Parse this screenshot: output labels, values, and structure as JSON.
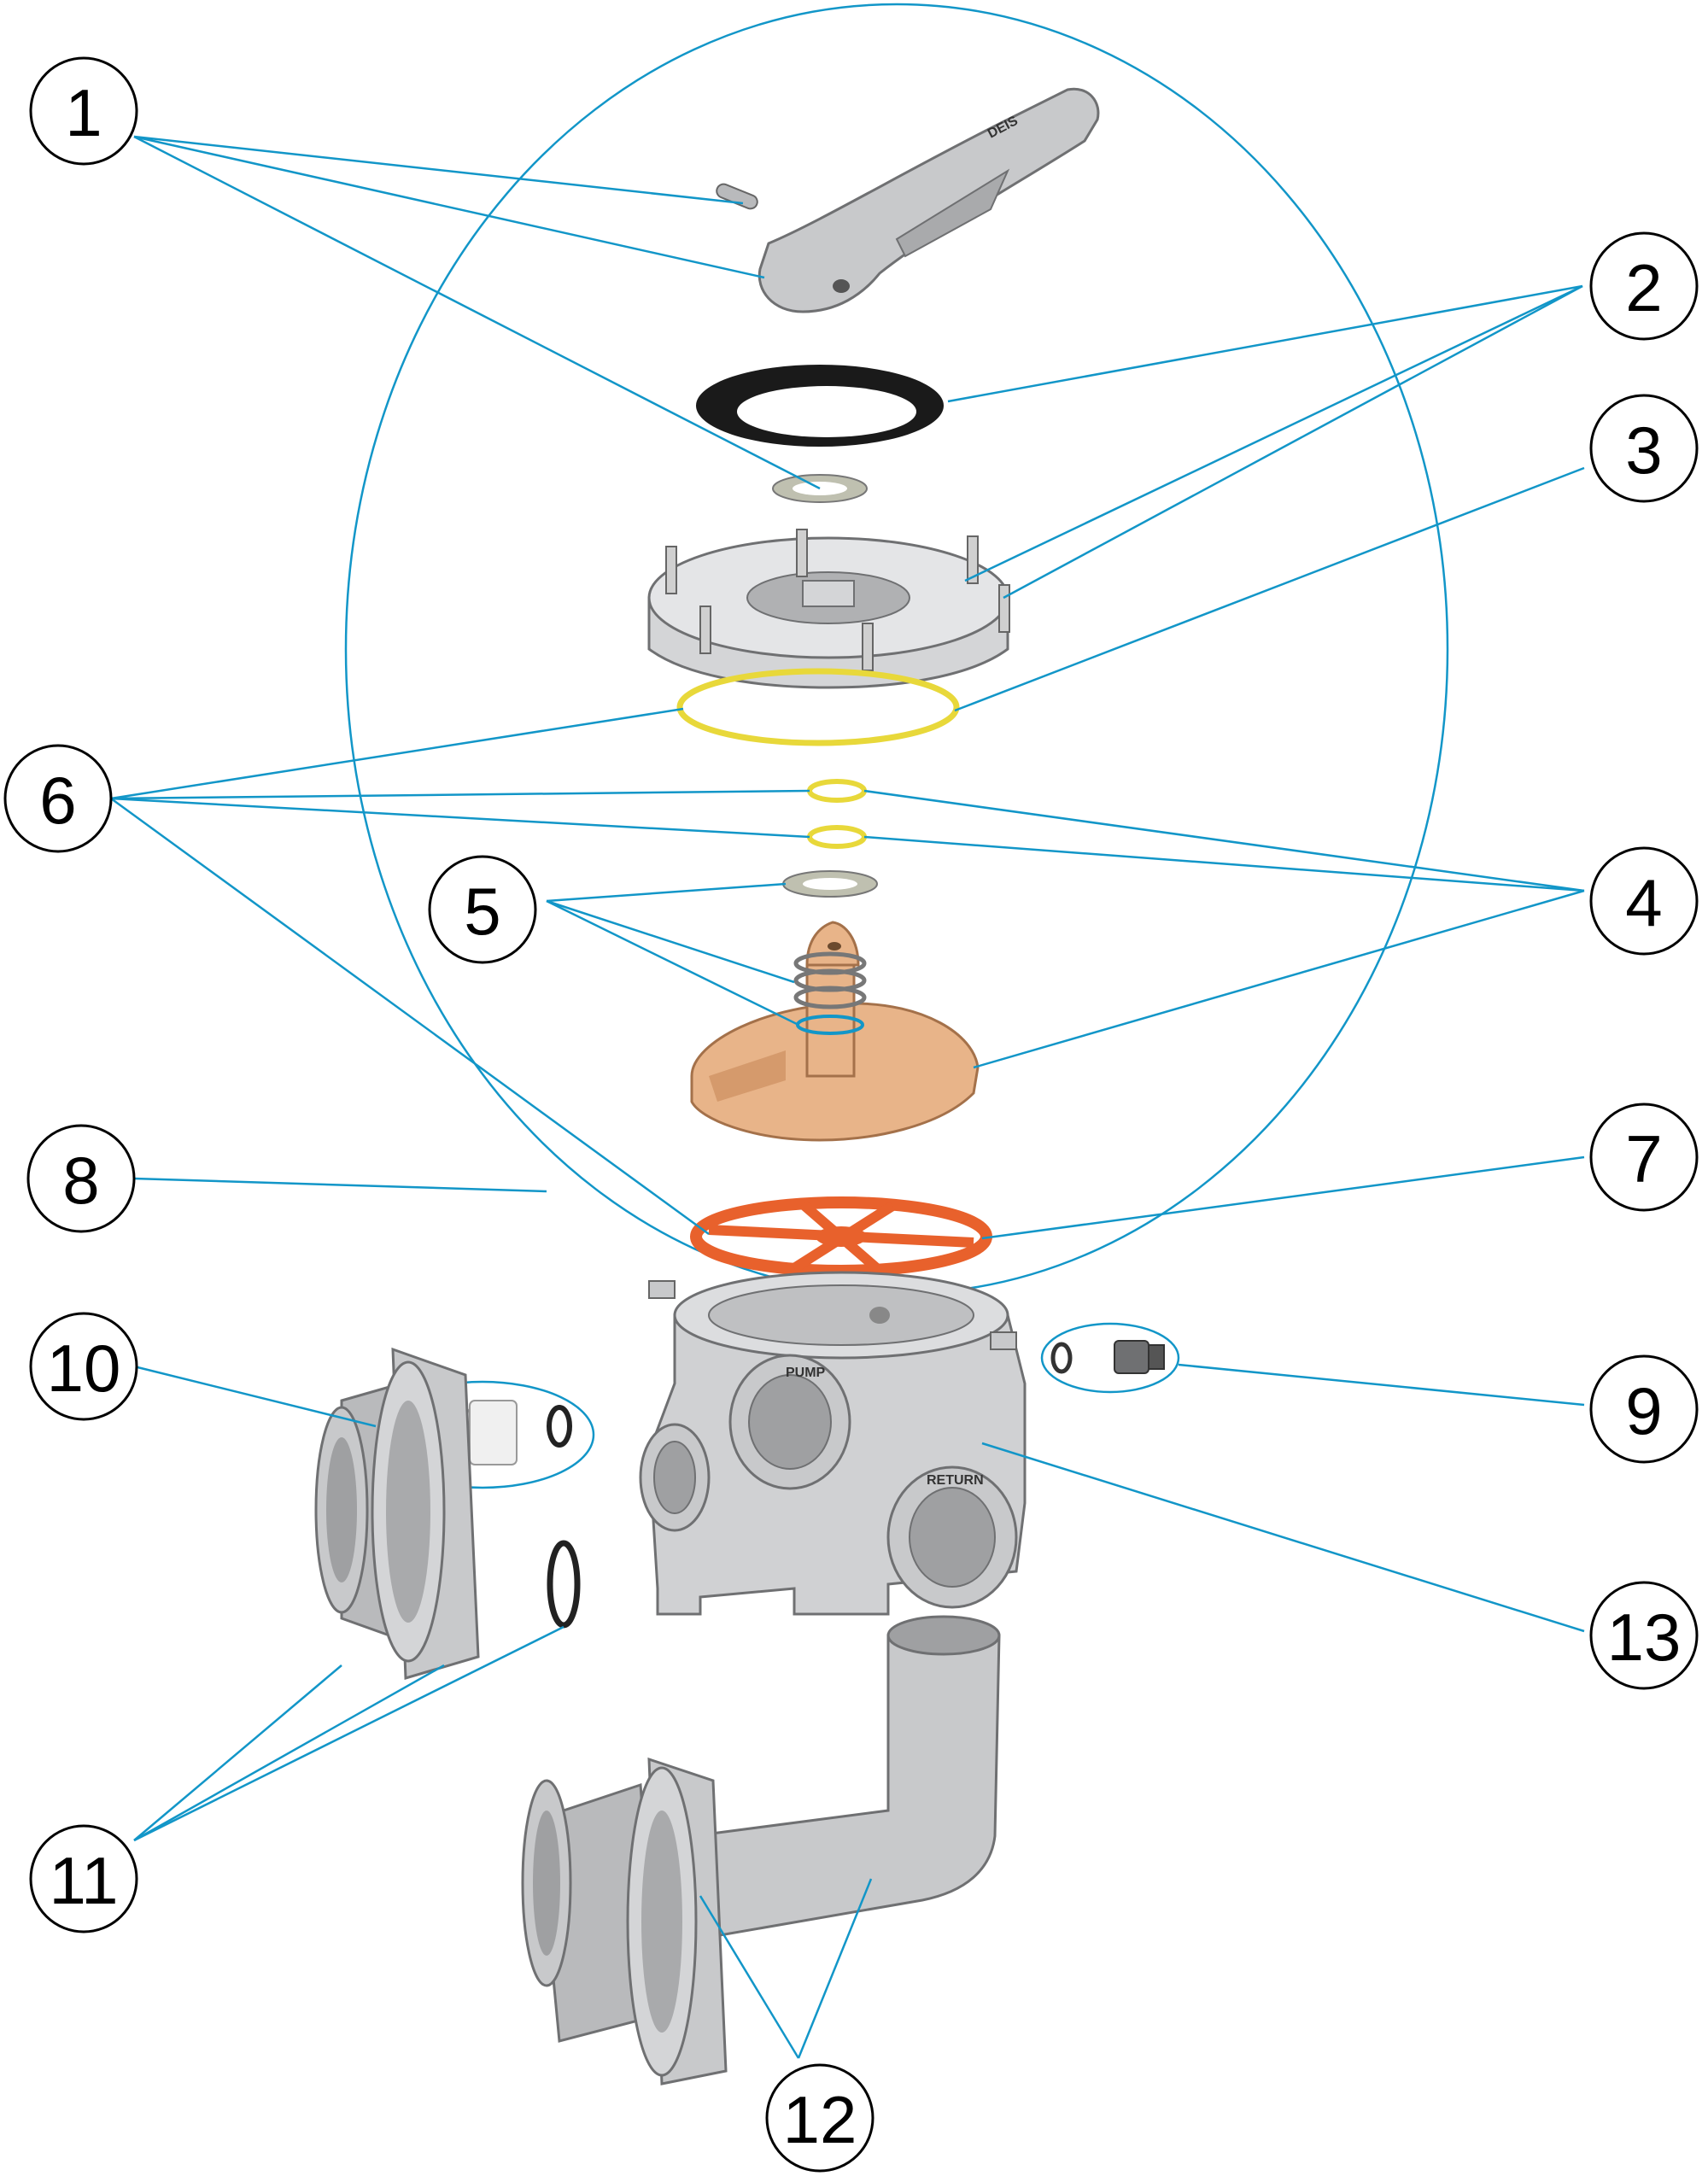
{
  "diagram": {
    "callouts": [
      {
        "id": "1",
        "label": "1"
      },
      {
        "id": "2",
        "label": "2"
      },
      {
        "id": "3",
        "label": "3"
      },
      {
        "id": "4",
        "label": "4"
      },
      {
        "id": "5",
        "label": "5"
      },
      {
        "id": "6",
        "label": "6"
      },
      {
        "id": "7",
        "label": "7"
      },
      {
        "id": "8",
        "label": "8"
      },
      {
        "id": "9",
        "label": "9"
      },
      {
        "id": "10",
        "label": "10"
      },
      {
        "id": "11",
        "label": "11"
      },
      {
        "id": "12",
        "label": "12"
      },
      {
        "id": "13",
        "label": "13"
      }
    ],
    "body_stamps": {
      "pump": "PUMP",
      "return": "RETURN"
    },
    "colors": {
      "leader_line": "#1296c8",
      "o_ring_yellow": "#e8d83a",
      "rotor_tan": "#e8b489",
      "star_gasket_orange": "#e8612c",
      "gasket_black": "#1a1a1a",
      "part_grey": "#c8c9cb"
    }
  }
}
